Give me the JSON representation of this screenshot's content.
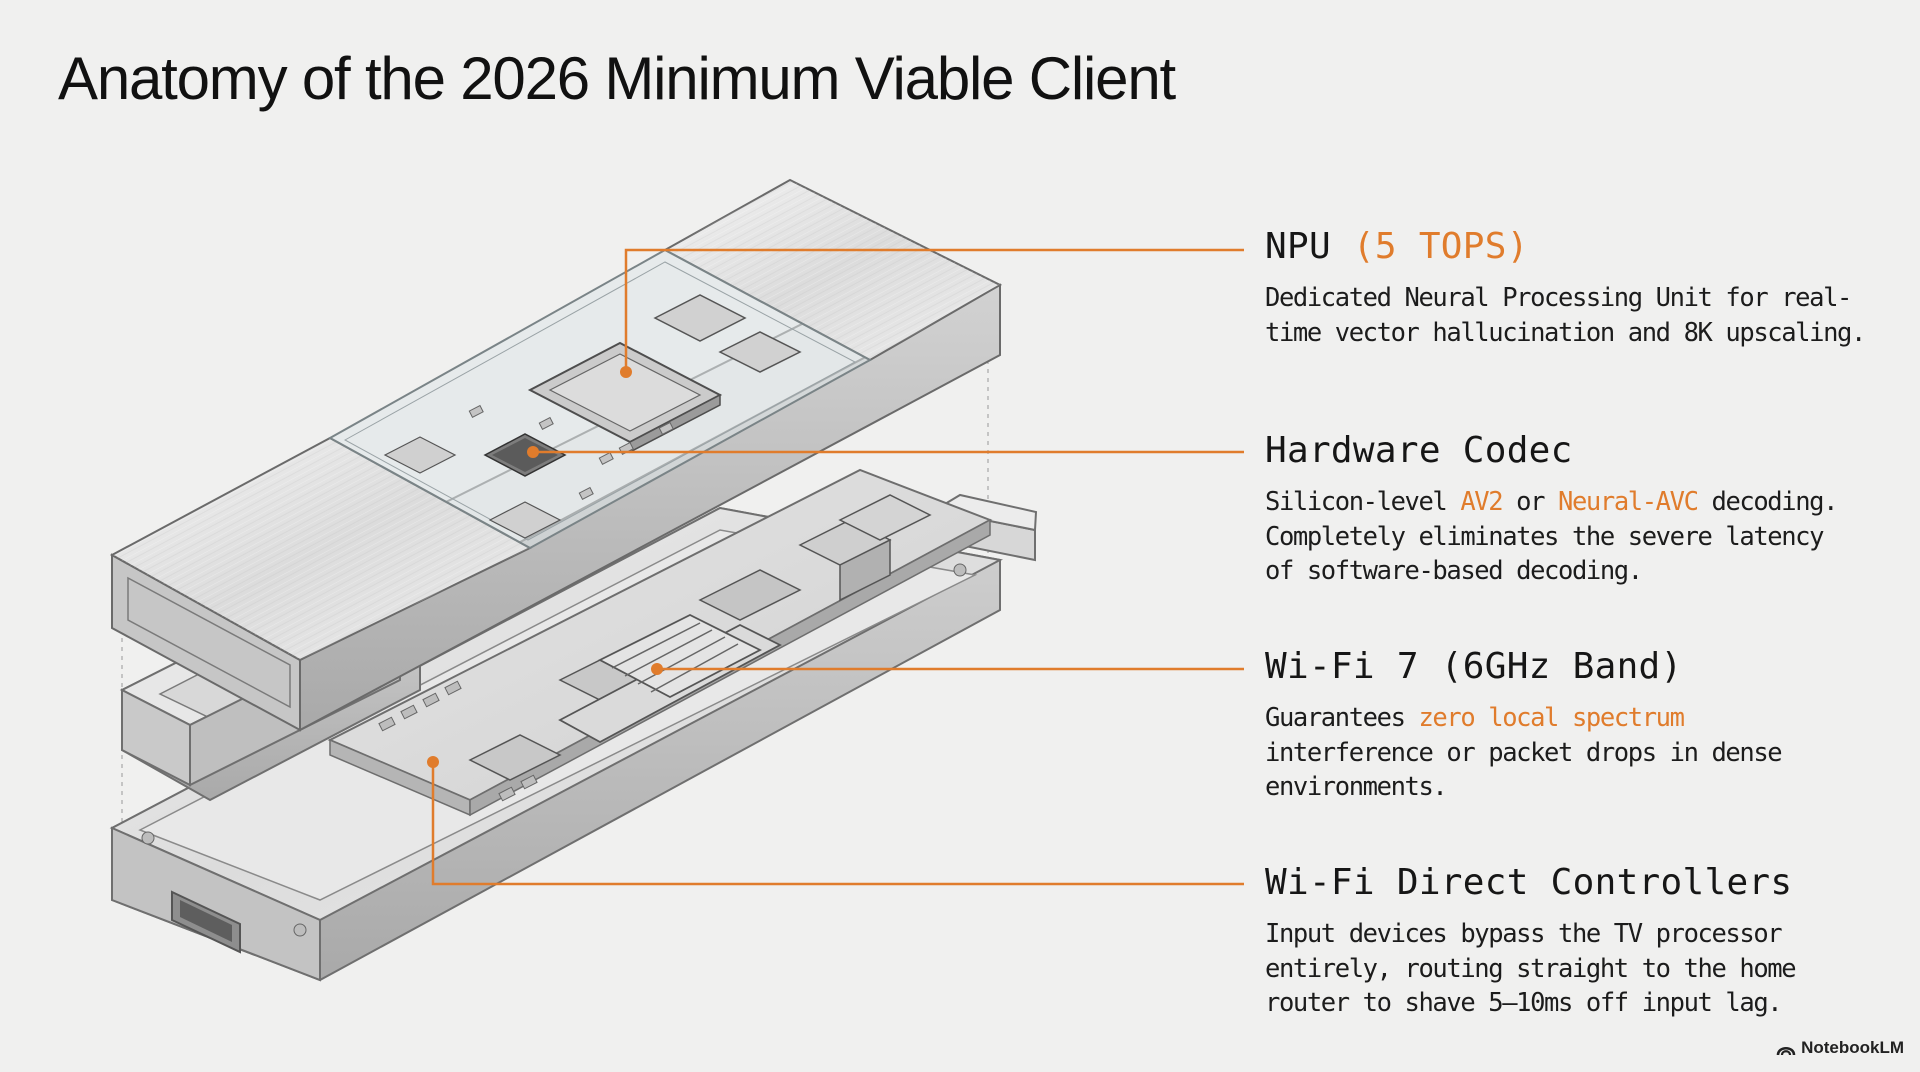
{
  "title": "Anatomy of the 2026 Minimum Viable Client",
  "accent_color": "#e07c2c",
  "callouts": {
    "npu": {
      "heading": "NPU",
      "heading_accent": "(5 TOPS)",
      "line1": "Dedicated Neural Processing Unit for real-",
      "line2": "time vector hallucination and 8K upscaling."
    },
    "codec": {
      "heading": "Hardware Codec",
      "pre": "Silicon-level ",
      "accent1": "AV2",
      "mid": " or ",
      "accent2": "Neural-AVC",
      "post": " decoding.",
      "line2": "Completely eliminates the severe latency",
      "line3": "of software-based decoding."
    },
    "wifi": {
      "heading": "Wi-Fi 7 (6GHz Band)",
      "pre": "Guarantees ",
      "accent": "zero local spectrum",
      "line2": "interference or packet drops in dense",
      "line3": "environments."
    },
    "direct": {
      "heading": "Wi-Fi Direct Controllers",
      "line1": "Input devices bypass the TV processor",
      "line2": "entirely, routing straight to the home",
      "line3": "router to shave 5–10ms off input lag."
    }
  },
  "brand": {
    "label": "NotebookLM",
    "icon": "notebooklm-logo-icon"
  }
}
